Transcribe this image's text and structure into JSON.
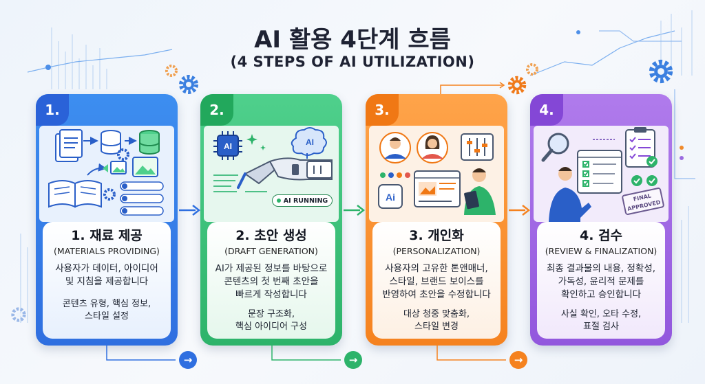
{
  "header": {
    "title": "AI 활용 4단계 흐름",
    "subtitle": "(4 STEPS OF AI UTILIZATION)"
  },
  "colors": {
    "step1": "#2f6fe0",
    "step2": "#2db36a",
    "step3": "#f5821f",
    "step4": "#9257dd"
  },
  "steps": [
    {
      "badge": "1.",
      "title": "1. 재료 제공",
      "english": "(MATERIALS PROVIDING)",
      "desc_lines": [
        "사용자가 데이터, 아이디어",
        "및 지침을 제공합니다"
      ],
      "sub_lines": [
        "콘텐츠 유형, 핵심 정보,",
        "스타일 설정"
      ],
      "icons": [
        "documents-icon",
        "database-icon",
        "gear-icon",
        "book-icon",
        "image-icon",
        "user-input-icon"
      ]
    },
    {
      "badge": "2.",
      "title": "2. 초안 생성",
      "english": "(DRAFT GENERATION)",
      "desc_lines": [
        "AI가 제공된 정보를 바탕으로",
        "콘텐츠의 첫 번째 초안을",
        "빠르게 작성합니다"
      ],
      "sub_lines": [
        "문장 구조화,",
        "핵심 아이디어 구성"
      ],
      "chip_ai": "AI",
      "brain_ai": "AI",
      "status": "AI RUNNING",
      "icons": [
        "ai-chip-icon",
        "robot-hand-pen-icon",
        "ai-brain-icon"
      ]
    },
    {
      "badge": "3.",
      "title": "3. 개인화",
      "english": "(PERSONALIZATION)",
      "desc_lines": [
        "사용자의 고유한 톤앤매너,",
        "스타일, 브랜드 보이스를",
        "반영하여 초안을 수정합니다"
      ],
      "sub_lines": [
        "대상 청중 맞춤화,",
        "스타일 변경"
      ],
      "logo_text": "Ai",
      "icons": [
        "male-avatar-icon",
        "female-avatar-icon",
        "sliders-icon",
        "ai-logo-icon",
        "browser-window-icon",
        "person-tablet-icon"
      ]
    },
    {
      "badge": "4.",
      "title": "4. 검수",
      "english": "(REVIEW & FINALIZATION)",
      "desc_lines": [
        "최종 결과물의 내용, 정확성,",
        "가독성, 윤리적 문제를",
        "확인하고 승인합니다"
      ],
      "sub_lines": [
        "사실 확인, 오타 수정,",
        "표절 검사"
      ],
      "stamp_lines": [
        "FINAL",
        "APPROVED"
      ],
      "icons": [
        "magnifier-icon",
        "clipboard-checklist-icon",
        "checklist-window-icon",
        "person-icon",
        "check-badge-icon"
      ]
    }
  ],
  "next_button_symbol": "→"
}
